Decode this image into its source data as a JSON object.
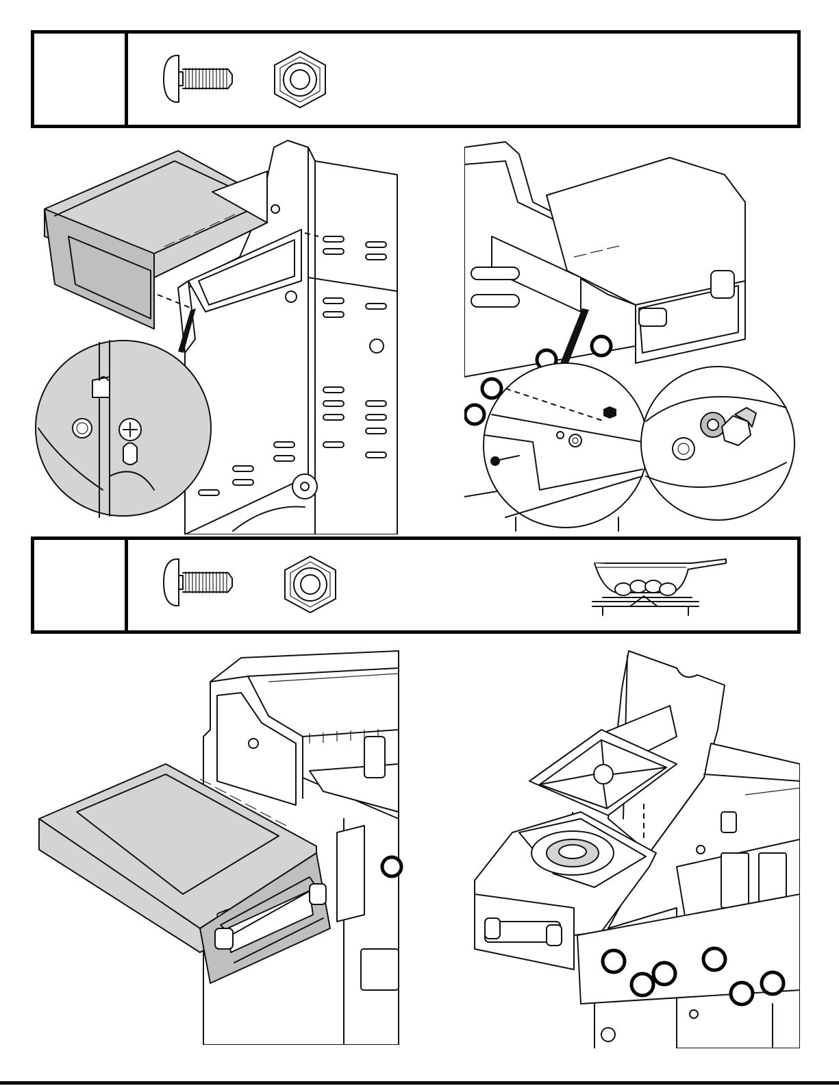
{
  "steps": [
    {
      "number": "",
      "parts": [
        {
          "icon": "screw-icon"
        },
        {
          "icon": "hex-nut-icon"
        }
      ],
      "figures": [
        "side-shelf-attach-figure",
        "side-burner-fastening-figure"
      ]
    },
    {
      "number": "",
      "parts": [
        {
          "icon": "screw-icon"
        },
        {
          "icon": "hex-nut-icon"
        },
        {
          "icon": "side-burner-assembly-icon"
        }
      ],
      "figures": [
        "side-shelf-installed-figure",
        "side-burner-grate-figure"
      ]
    }
  ],
  "colors": {
    "line": "#111111",
    "fill_grey": "#d4d4d4",
    "background": "#ffffff"
  }
}
